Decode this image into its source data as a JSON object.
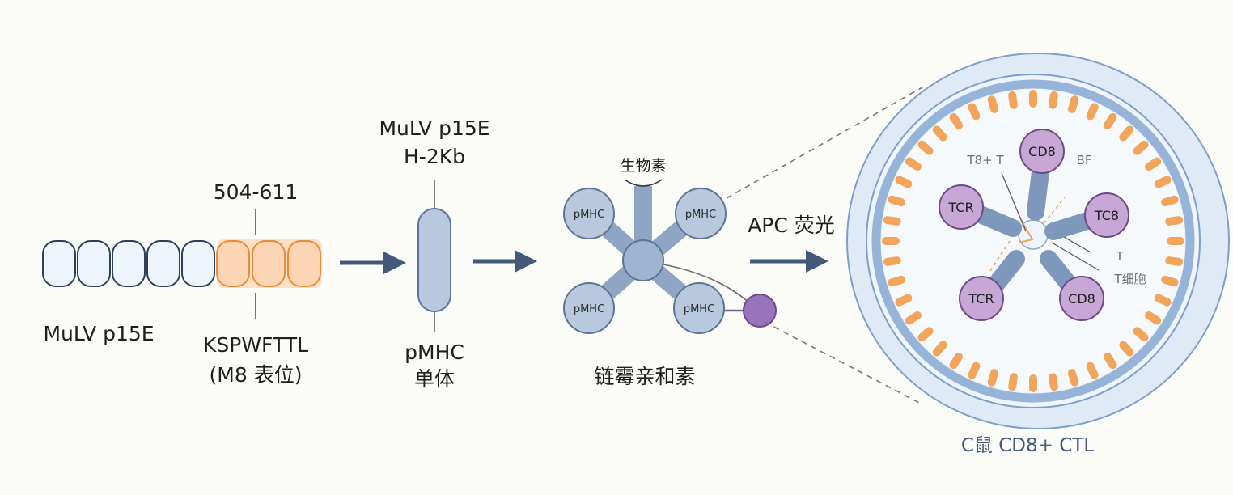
{
  "labels": {
    "protein_name": "MuLV p15E",
    "epitope_range": "504-611",
    "epitope_sequence": "KSPWFTTL",
    "epitope_note": "(M8 表位)",
    "mhc_top_line1": "MuLV p15E",
    "mhc_top_line2": "H-2Kb",
    "monomer_line1": "pMHC",
    "monomer_line2": "单体",
    "biotin": "生物素",
    "pmhc": "pMHC",
    "streptavidin": "链霉亲和素",
    "apc_fluor": "APC 荧光",
    "cell_caption": "C鼠 CD8+ CTL",
    "cd8": "CD8",
    "tcr": "TCR",
    "tc8": "TC8",
    "t8t": "T8+ T",
    "bf": "BF",
    "t": "T",
    "t_cell": "T细胞"
  },
  "colors": {
    "arrow": "#44597a",
    "segment_fill": "#eef4fb",
    "segment_stroke": "#2f3f5a",
    "epitope_fill": "#fcd6b4",
    "epitope_stroke": "#e98c3a",
    "mhc_fill": "#b7c8df",
    "mhc_stroke": "#5c7497",
    "receptor_fill": "#c8a6d6",
    "receptor_stroke": "#6b4b86",
    "apc_dot": "#9a73bd",
    "membrane": "#95b4d8",
    "microvilli": "#f2a45a",
    "cell_outer": "#dfeaf6"
  }
}
